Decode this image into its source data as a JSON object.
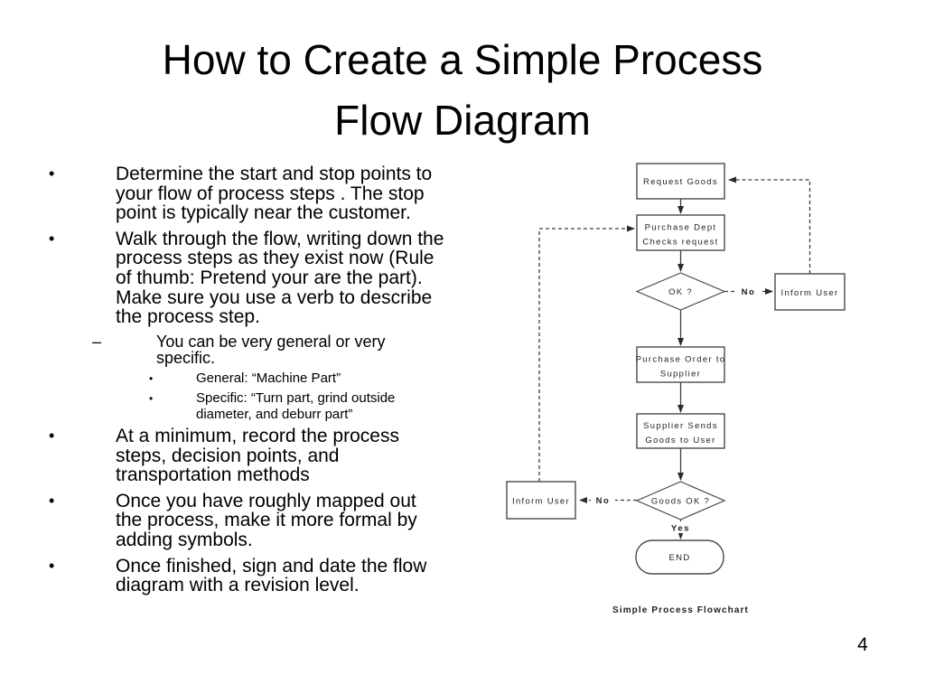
{
  "slide": {
    "title_line1": "How to Create a Simple Process",
    "title_line2": "Flow Diagram",
    "page_number": "4"
  },
  "bullets": [
    {
      "level": 1,
      "marker": "•",
      "text": "Determine the start and stop points to your flow of process steps .  The stop point is typically near the customer."
    },
    {
      "level": 1,
      "marker": "•",
      "text": "Walk through the flow, writing down the process steps as they exist now (Rule of thumb: Pretend your are the part). Make sure you use a verb to describe the process step."
    },
    {
      "level": 2,
      "marker": "–",
      "text": "You can be very general or very specific."
    },
    {
      "level": 3,
      "marker": "•",
      "text": "General: “Machine Part”"
    },
    {
      "level": 3,
      "marker": "•",
      "text": "Specific: “Turn part, grind outside diameter, and deburr part”"
    },
    {
      "level": 1,
      "marker": "•",
      "text": "At a minimum, record the process steps, decision points, and transportation methods"
    },
    {
      "level": 1,
      "marker": "•",
      "text": "Once you have roughly mapped out the process, make it more formal by adding  symbols."
    },
    {
      "level": 1,
      "marker": "•",
      "text": "Once finished, sign and date the flow diagram with a revision level."
    }
  ],
  "flowchart": {
    "caption": "Simple Process Flowchart",
    "nodes": {
      "request_goods": {
        "label": "Request Goods"
      },
      "purchase_dept": {
        "line1": "Purchase Dept",
        "line2": "Checks request"
      },
      "ok_decision": {
        "label": "OK ?"
      },
      "inform_user_right": {
        "label": "Inform User"
      },
      "purchase_order": {
        "line1": "Purchase Order to",
        "line2": "Supplier"
      },
      "supplier_sends": {
        "line1": "Supplier Sends",
        "line2": "Goods to User"
      },
      "goods_ok_decision": {
        "label": "Goods OK ?"
      },
      "inform_user_left": {
        "label": "Inform User"
      },
      "end": {
        "label": "END"
      }
    },
    "edge_labels": {
      "no_right": "No",
      "no_left": "No",
      "yes": "Yes"
    }
  },
  "colors": {
    "line": "#404040",
    "text": "#000000",
    "background": "#ffffff"
  }
}
